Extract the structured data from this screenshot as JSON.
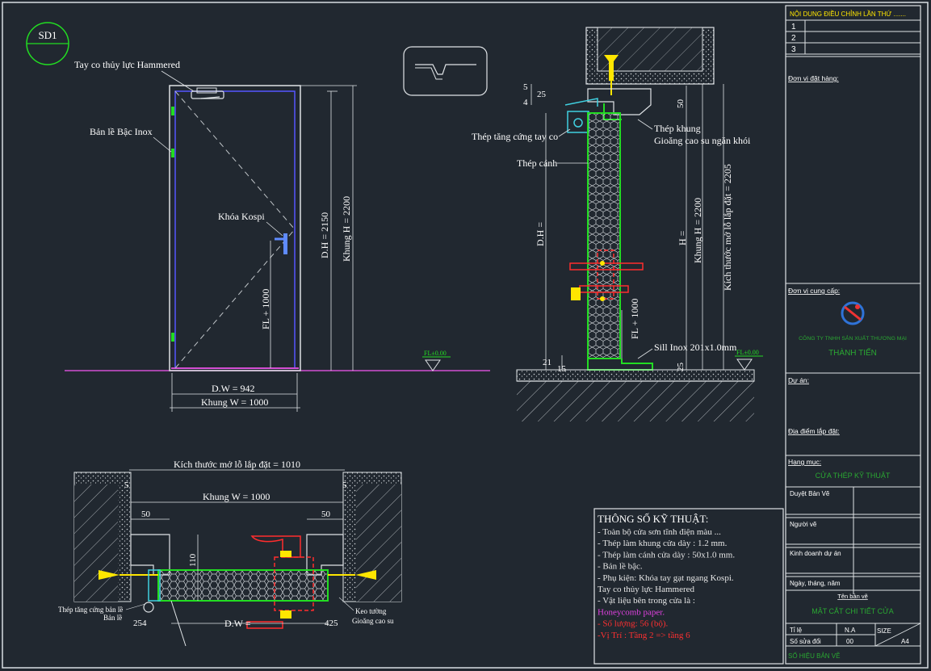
{
  "sheet_id": "SD1",
  "elevation": {
    "label_closer": "Tay co thủy lực Hammered",
    "label_hinge": "Bản lề Bậc Inox",
    "label_lock": "Khóa Kospi",
    "dim_dh": "D.H = 2150",
    "dim_khung_h": "Khung H = 2200",
    "dim_fl": "FL + 1000",
    "dim_dw": "D.W = 942",
    "dim_khung_w": "Khung W = 1000",
    "fl_tag": "FL±0.00"
  },
  "section": {
    "dim_5": "5",
    "dim_25": "25",
    "dim_4": "4",
    "dim_50": "50",
    "label_thep_tang_cung": "Thép tăng cứng tay co",
    "label_thep_khung": "Thép khung",
    "label_gioang": "Gioăng cao su ngăn khói",
    "label_thep_canh": "Thép cánh",
    "dim_dh": "D.H =",
    "dim_h_2200": "Khung H = 2200",
    "dim_h": "H =",
    "dim_opening": "Kích thước mở lỗ lắp đặt = 2205",
    "dim_fl": "FL + 1000",
    "label_sill": "Sill Inox 201x1.0mm",
    "dim_21": "21",
    "dim_15": "15",
    "dim_25b": "25",
    "fl_tag": "FL±0.00"
  },
  "plan": {
    "dim_opening": "Kích thước mở lỗ lắp đặt = 1010",
    "dim_khung_w": "Khung W = 1000",
    "dim_5l": "5",
    "dim_5r": "5",
    "dim_50l": "50",
    "dim_50r": "50",
    "dim_110": "110",
    "dim_dw": "D.W =",
    "dim_254": "254",
    "dim_425": "425",
    "label_thep_tang": "Thép tăng cứng bản lề",
    "label_ban_le": "Bản lề",
    "label_keo": "Keo tường",
    "label_gioang": "Gioăng cao su"
  },
  "specs": {
    "title": "THÔNG SỐ KỸ THUẬT:",
    "lines": [
      {
        "text": "- Toàn bộ cửa sơn tĩnh điện màu ...",
        "color": "#e6e6e6"
      },
      {
        "text": "- Thép làm khung cửa dày  : 1.2 mm.",
        "color": "#e6e6e6"
      },
      {
        "text": "- Thép làm cánh cửa dày  : 50x1.0 mm.",
        "color": "#e6e6e6"
      },
      {
        "text": "- Bản lề bậc.",
        "color": "#e6e6e6"
      },
      {
        "text": "- Phụ kiện: Khóa tay gạt ngang Kospi.",
        "color": "#e6e6e6"
      },
      {
        "text": "                    Tay co thủy lực Hammered",
        "color": "#e6e6e6"
      },
      {
        "text": "- Vật liệu bên trong cửa là :",
        "color": "#e6e6e6"
      },
      {
        "text": "  Honeycomb paper.",
        "color": "#e040e0"
      },
      {
        "text": "- Số lượng: 56 (bộ).",
        "color": "#ff3030"
      },
      {
        "text": "-Vị Trí : Tầng 2 => tầng 6",
        "color": "#ff3030"
      }
    ]
  },
  "title_block": {
    "revision_header": "NỘI DUNG ĐIỀU CHỈNH LẦN THỨ .......",
    "rev_rows": [
      "1",
      "2",
      "3"
    ],
    "client_label": "Đơn vị đặt hàng:",
    "supplier_label": "Đơn vị cung cấp:",
    "company_line1": "CÔNG TY TNHH SẢN XUẤT THƯƠNG MẠI",
    "company_line2": "THÀNH TIẾN",
    "project_label": "Dự án:",
    "location_label": "Địa điểm lắp đặt:",
    "category_label": "Hạng mục:",
    "category_value": "CỬA THÉP KỸ THUẬT",
    "approve_label": "Duyệt Bản Vẽ",
    "drawer_label": "Người vẽ",
    "sales_label": "Kinh doanh dự án",
    "date_label": "Ngày, tháng, năm",
    "drawing_name_label": "Tên bản vẽ",
    "drawing_name_value": "MẶT CẮT CHI TIẾT CỬA",
    "scale_label": "Tỉ lệ",
    "scale_value": "N.A",
    "size_label": "SIZE",
    "size_value": "A4",
    "revision_label": "Số sửa đổi",
    "revision_value": "00",
    "sheet_number_label": "SỐ HIỆU BẢN VẼ"
  }
}
